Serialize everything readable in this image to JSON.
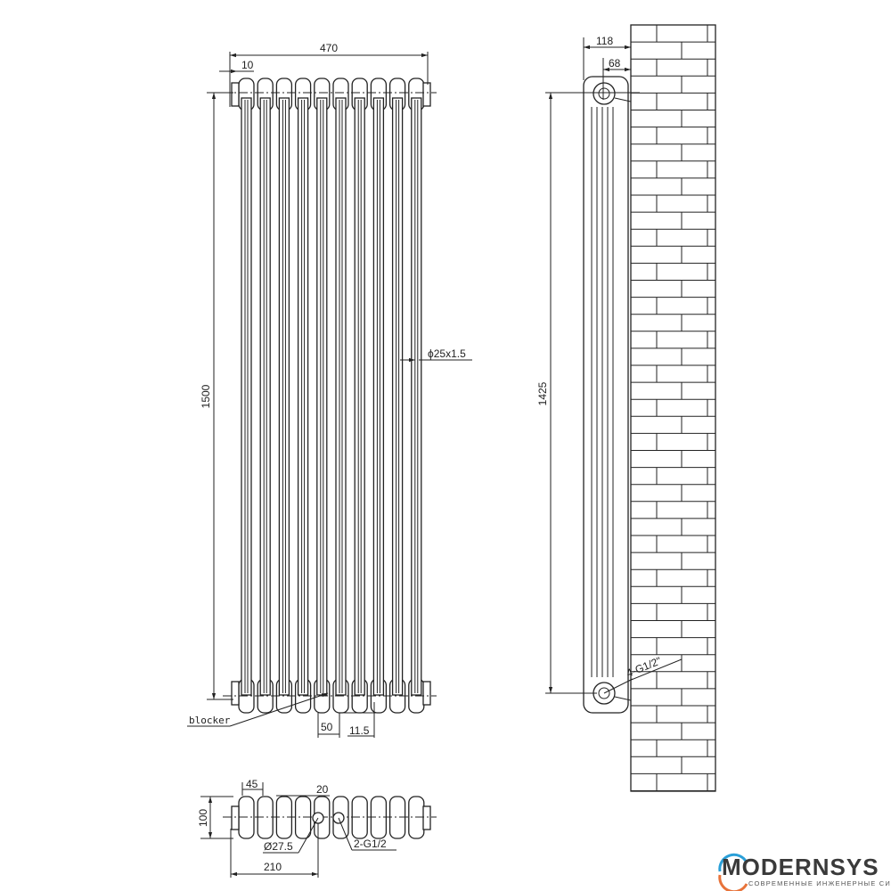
{
  "front_view": {
    "width_label": "470",
    "offset_label": "10",
    "height_label": "1500",
    "tube_label": "ϕ25x1.5",
    "blocker_label": "blocker",
    "gap_label": "50",
    "offset_bottom_label": "11.5",
    "columns": 10
  },
  "side_view": {
    "depth_label": "118",
    "axis_label": "68",
    "centers_label": "1425",
    "thread_label": "4-G1/2\""
  },
  "top_view": {
    "pitch_label": "45",
    "spacing_label": "20",
    "depth_label": "100",
    "hole_label": "Ø27.5",
    "thread_label": "2-G1/2",
    "dist_label": "210"
  },
  "logo": {
    "name": "MODERNSYS",
    "tagline": "СОВРЕМЕННЫЕ ИНЖЕНЕРНЫЕ СИСТЕМЫ",
    "accent_blue": "#2a9fd8",
    "accent_orange": "#e8733a"
  }
}
